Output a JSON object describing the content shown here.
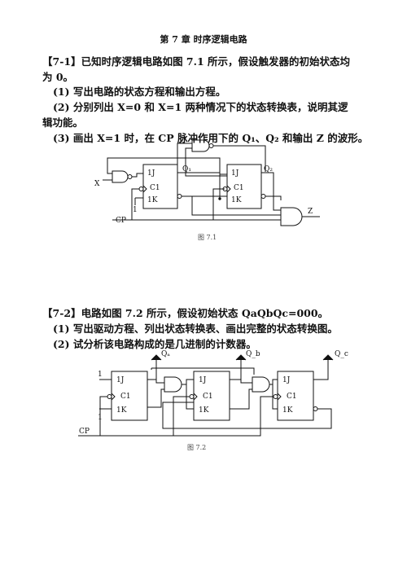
{
  "chapter_title": "第 7 章  时序逻辑电路",
  "q1": {
    "heading": "【7-1】已知时序逻辑电路如图 7.1 所示，假设触发器的初始状态均",
    "heading_cont": "为 0。",
    "items": [
      "(1)  写出电路的状态方程和输出方程。",
      "(2)  分别列出 X=0 和 X=1 两种情况下的状态转换表，说明其逻",
      "辑功能。",
      "(3)  画出 X=1 时，在 CP 脉冲作用下的 Q₁、Q₂ 和输出 Z 的波形。"
    ],
    "figure_caption": "图 7.1",
    "labels": {
      "x": "X",
      "cp": "CP",
      "one": "1",
      "q1": "Q₁",
      "q2": "Q₂",
      "z": "Z",
      "ff_1j": "1J",
      "ff_c1": "C1",
      "ff_1k": "1K"
    }
  },
  "q2": {
    "heading": "【7-2】电路如图 7.2 所示，假设初始状态 QaQbQc=000。",
    "items": [
      "(1)  写出驱动方程、列出状态转换表、画出完整的状态转换图。",
      "(2)  试分析该电路构成的是几进制的计数器。"
    ],
    "figure_caption": "图 7.2",
    "labels": {
      "qa": "Qₐ",
      "qb": "Q_b",
      "qc": "Q_c",
      "one_top": "1",
      "one_bot": "1",
      "cp": "CP",
      "ff_1j": "1J",
      "ff_c1": "C1",
      "ff_1k": "1K"
    }
  }
}
